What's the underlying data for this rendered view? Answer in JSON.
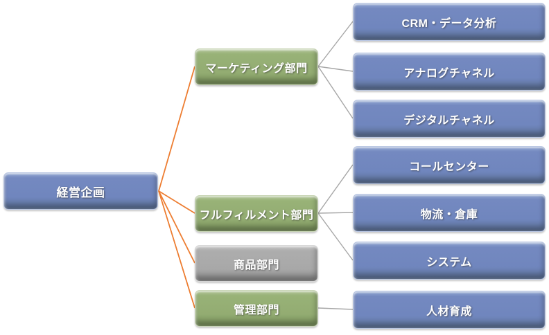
{
  "diagram": {
    "type": "org-chart",
    "root": {
      "label": "経営企画",
      "color_key": "blue"
    },
    "branches": [
      {
        "label": "マーケティング部門",
        "color_key": "green",
        "children": [
          "CRM・データ分析",
          "アナログチャネル",
          "デジタルチャネル"
        ]
      },
      {
        "label": "フルフィルメント部門",
        "color_key": "green",
        "children": [
          "コールセンター",
          "物流・倉庫",
          "システム"
        ]
      },
      {
        "label": "商品部門",
        "color_key": "gray",
        "children": []
      },
      {
        "label": "管理部門",
        "color_key": "green",
        "children": [
          "人材育成"
        ]
      }
    ],
    "colors": {
      "node_blue": "#7289c0",
      "node_green": "#94ad74",
      "node_gray": "#a6a6a6",
      "connector_root": "#ED7D31",
      "connector_branch": "#a6a6a6",
      "node_text": "#ffffff"
    }
  }
}
